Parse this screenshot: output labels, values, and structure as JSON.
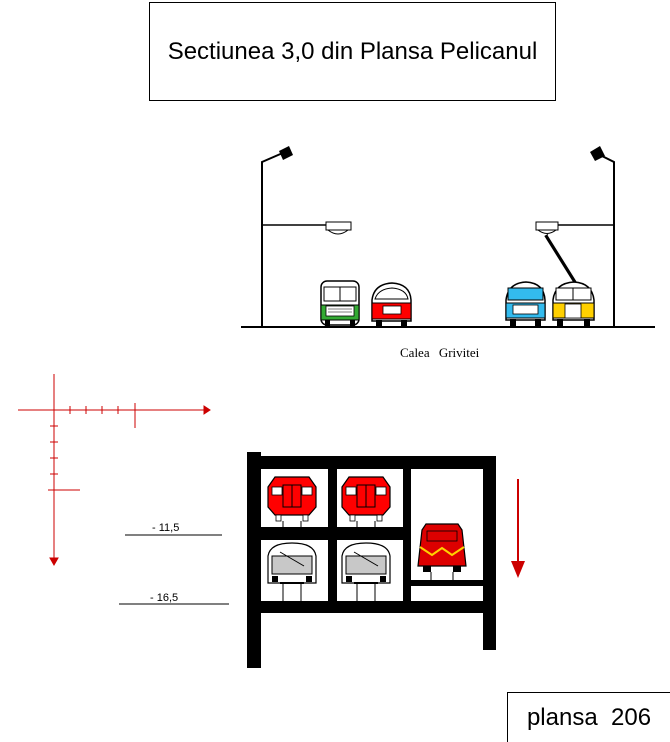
{
  "title": "Sectiunea  3,0 din Plansa Pelicanul",
  "street_label": "Calea   Grivitei",
  "levels": [
    "-  11,5",
    "-  16,5"
  ],
  "sheet_label": "plansa  206",
  "colors": {
    "red": "#ff0000",
    "dark_red": "#c00000",
    "green": "#33aa33",
    "cyan": "#33bbee",
    "yellow": "#ffd000",
    "black": "#000000"
  },
  "icons": [
    "street-lamp-icon",
    "tram-icon",
    "bus-icon",
    "trolleybus-icon",
    "metro-train-icon",
    "locomotive-icon",
    "down-arrow-icon"
  ]
}
